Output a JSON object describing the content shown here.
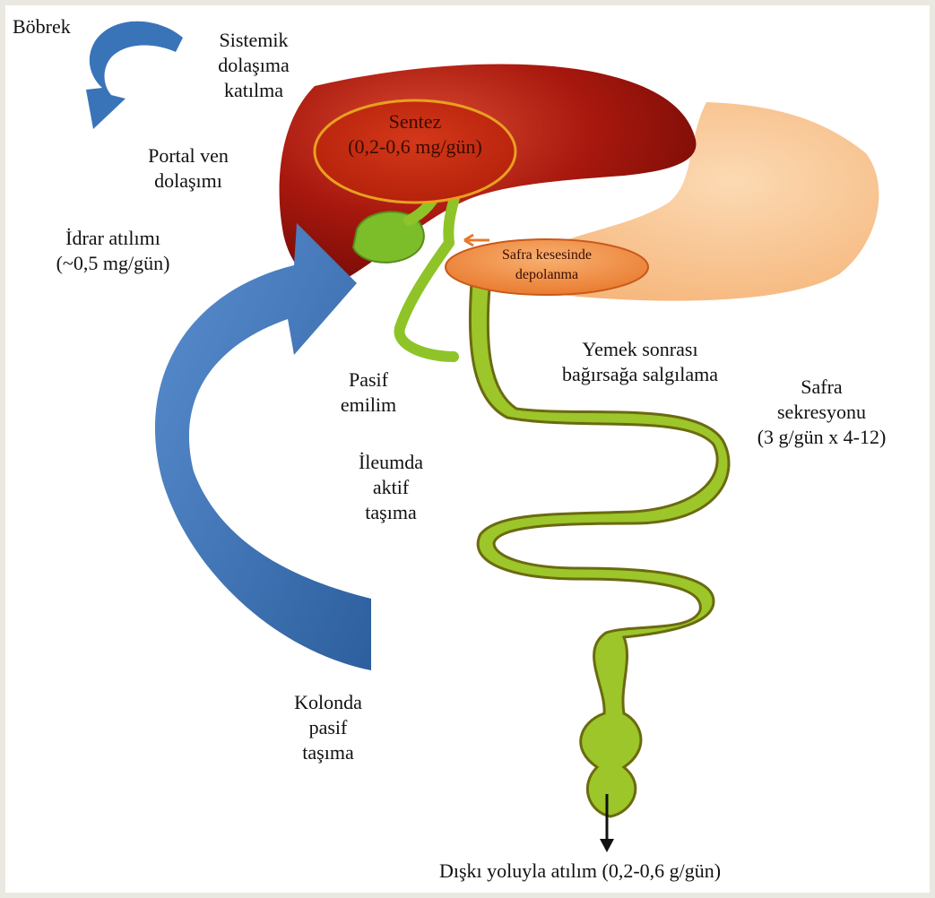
{
  "labels": {
    "bobrek": "Böbrek",
    "sistemik": [
      "Sistemik",
      "dolaşıma",
      "katılma"
    ],
    "portal": [
      "Portal ven",
      "dolaşımı"
    ],
    "idrar": [
      "İdrar atılımı",
      "(~0,5 mg/gün)"
    ],
    "pasif_emilim": [
      "Pasif",
      "emilim"
    ],
    "ileum": [
      "İleumda",
      "aktif",
      "taşıma"
    ],
    "kolon": [
      "Kolonda",
      "pasif",
      "taşıma"
    ],
    "yemek": [
      "Yemek sonrası",
      "bağırsağa salgılama"
    ],
    "safra_sekresyon": [
      "Safra",
      "sekresyonu",
      "(3 g/gün x 4-12)"
    ],
    "diski": "Dışkı yoluyla atılım (0,2-0,6  g/gün)"
  },
  "ovals": {
    "sentez": [
      "Sentez",
      "(0,2-0,6 mg/gün)"
    ],
    "depolanma": [
      "Safra kesesinde",
      "depolanma"
    ]
  },
  "colors": {
    "liver": "#a8180e",
    "liver_highlight": "#d8402a",
    "sentez_oval": "#c42a10",
    "oval_border": "#e8a020",
    "depo_oval": "#f0924a",
    "intestine": "#9cc62a",
    "intestine_edge": "#6b6a10",
    "stomach": "#f8c08a",
    "arrow_blue": "#3a74b8",
    "gallbladder": "#7cbd2a",
    "frame": "#e9e8e1"
  }
}
